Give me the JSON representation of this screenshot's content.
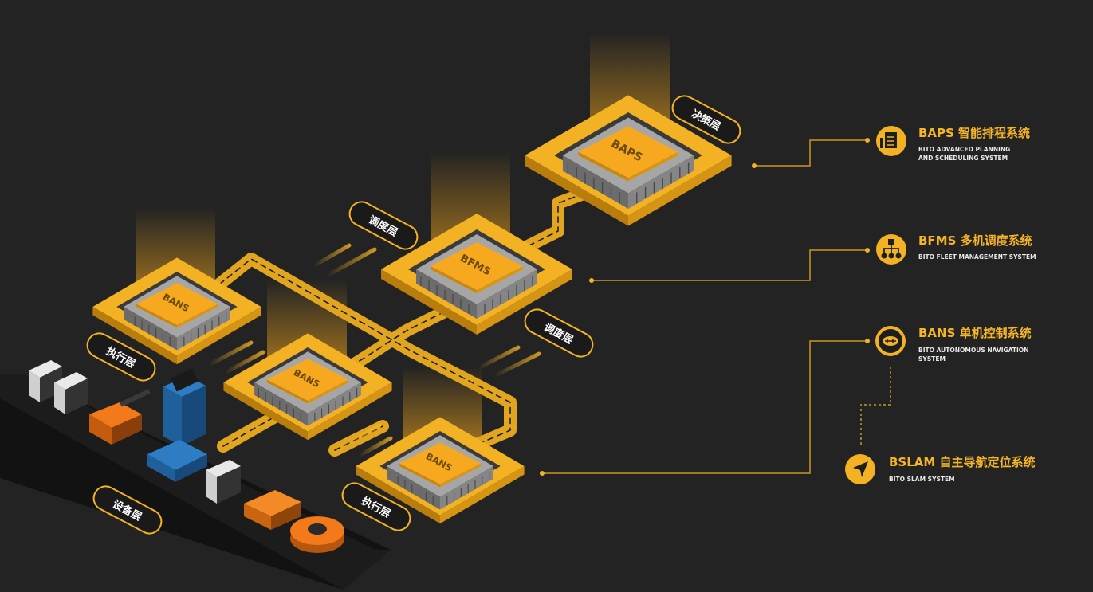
{
  "colors": {
    "background": "#232323",
    "accent": "#f2b224",
    "chip_gray": "#8c8c8c",
    "chip_top": "#f6a81e",
    "text_light": "#e9e9e9"
  },
  "layers": {
    "decision": "决策层",
    "dispatch_1": "调度层",
    "dispatch_2": "调度层",
    "execution_1": "执行层",
    "execution_2": "执行层",
    "device": "设备层"
  },
  "chips": {
    "baps": "BAPS",
    "bfms": "BFMS",
    "bans_1": "BANS",
    "bans_2": "BANS",
    "bans_3": "BANS"
  },
  "systems": [
    {
      "icon": "document-planning-icon",
      "title": "BAPS 智能排程系统",
      "sub": [
        "BITO ADVANCED PLANNING",
        "AND SCHEDULING SYSTEM"
      ]
    },
    {
      "icon": "fleet-network-icon",
      "title": "BFMS 多机调度系统",
      "sub": [
        "BITO FLEET MANAGEMENT SYSTEM"
      ]
    },
    {
      "icon": "robot-dog-icon",
      "title": "BANS 单机控制系统",
      "sub": [
        "BITO AUTONOMOUS NAVIGATION",
        "SYSTEM"
      ]
    },
    {
      "icon": "navigation-arrow-icon",
      "title": "BSLAM 自主导航定位系统",
      "sub": [
        "BITO SLAM SYSTEM"
      ]
    }
  ]
}
